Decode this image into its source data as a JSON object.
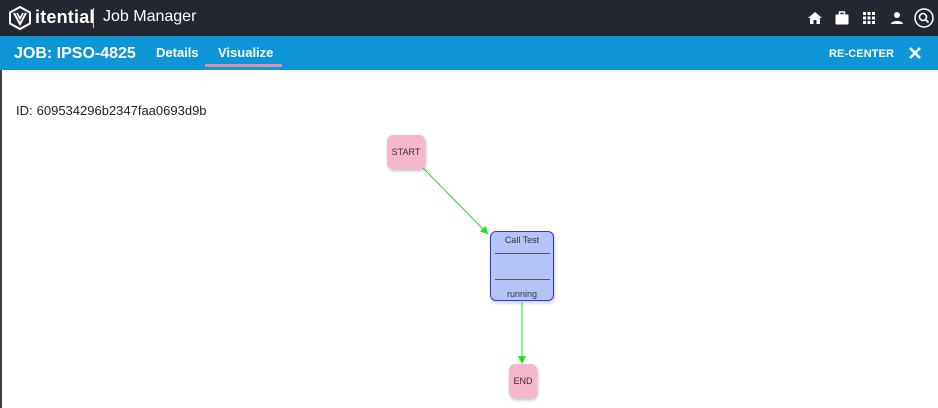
{
  "topbar": {
    "brand": "itential",
    "app_title": "Job Manager",
    "icons": [
      "home-icon",
      "briefcase-icon",
      "apps-grid-icon",
      "user-icon",
      "search-icon"
    ]
  },
  "job_header": {
    "title": "JOB: IPSO-4825",
    "tabs": [
      {
        "label": "Details",
        "active": false
      },
      {
        "label": "Visualize",
        "active": true
      }
    ],
    "recenter_label": "RE-CENTER",
    "close_icon": "close-icon"
  },
  "content": {
    "id_label": "ID:",
    "id_value": "609534296b2347faa0693d9b"
  },
  "workflow": {
    "nodes": {
      "start": {
        "label": "START"
      },
      "task": {
        "name": "Call Test",
        "status": "running"
      },
      "end": {
        "label": "END"
      }
    },
    "edge_color": "#22e022"
  },
  "colors": {
    "topbar": "#24272f",
    "jobbar": "#0e95d8",
    "tab_underline": "#e38fa8",
    "pink_node": "#f7b6cd",
    "task_node": "#b4c4f8",
    "task_border": "#3434e6"
  }
}
